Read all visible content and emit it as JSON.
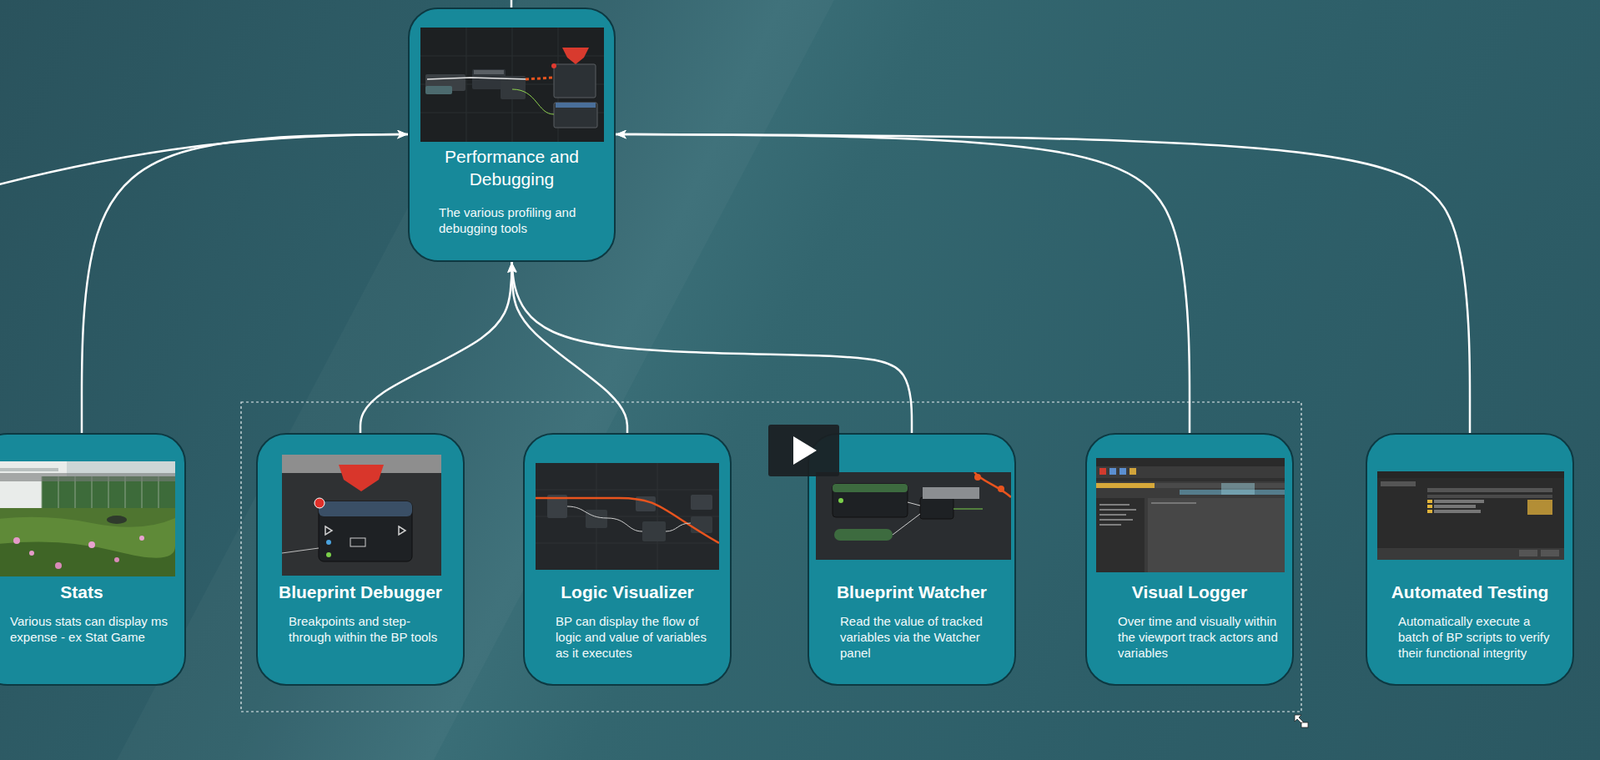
{
  "diagram": {
    "nodes": [
      {
        "text": [
          "Performance and Debugging",
          "The various profiling and debugging tools"
        ]
      },
      {
        "text": [
          "Stats",
          "Various stats can display ms expense - ex Stat Game"
        ]
      },
      {
        "text": [
          "Blueprint Debugger",
          "Breakpoints and step-through within the BP tools"
        ]
      },
      {
        "text": [
          "Logic Visualizer",
          "BP can display the flow of logic and value of variables as it executes"
        ]
      },
      {
        "text": [
          "Blueprint Watcher",
          "Read the value of tracked variables via the Watcher panel"
        ]
      },
      {
        "text": [
          "Visual Logger",
          "Over time and visually within the viewport track actors and variables"
        ]
      },
      {
        "text": [
          "Automated Testing",
          "Automatically execute a batch of BP scripts to verify their functional integrity"
        ]
      }
    ],
    "edges": [
      {
        "from": 1,
        "to": 0,
        "arrow": "to"
      },
      {
        "from": 2,
        "to": 0,
        "arrow": "to"
      },
      {
        "from": 3,
        "to": 0,
        "arrow": "to"
      },
      {
        "from": 4,
        "to": 0,
        "arrow": "to"
      },
      {
        "from": 5,
        "to": 0,
        "arrow": "to"
      },
      {
        "from": 6,
        "to": 0,
        "arrow": "to"
      }
    ]
  }
}
